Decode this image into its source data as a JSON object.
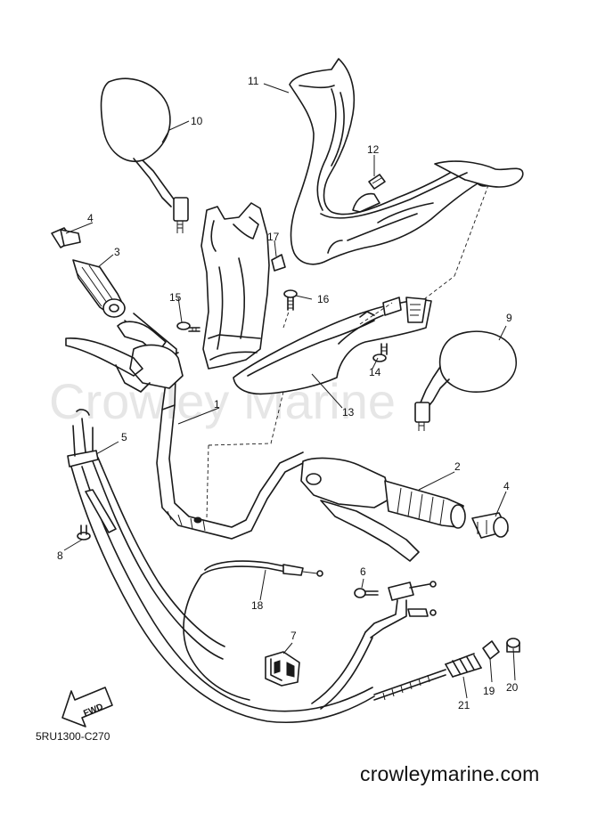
{
  "diagram": {
    "code": "5RU1300-C270",
    "watermark": "Crowley Marine",
    "footer_url": "crowleymarine.com",
    "fwd_label": "FWD",
    "callouts": {
      "c1": "1",
      "c2": "2",
      "c3": "3",
      "c4a": "4",
      "c4b": "4",
      "c5": "5",
      "c6": "6",
      "c7": "7",
      "c8": "8",
      "c9": "9",
      "c10": "10",
      "c11": "11",
      "c12": "12",
      "c13": "13",
      "c14": "14",
      "c15": "15",
      "c16": "16",
      "c17": "17",
      "c18": "18",
      "c19": "19",
      "c20": "20",
      "c21": "21"
    }
  }
}
